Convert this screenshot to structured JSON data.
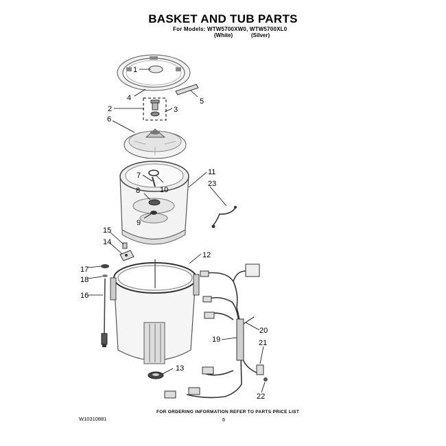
{
  "header": {
    "title": "BASKET AND TUB PARTS",
    "models_line": "For Models: WTW5700XW0, WTW5700XL0",
    "color_white": "(White)",
    "color_silver": "(Silver)"
  },
  "callouts": {
    "c1": "1",
    "c2": "2",
    "c3": "3",
    "c4": "4",
    "c5": "5",
    "c6": "6",
    "c7": "7",
    "c8": "8",
    "c9": "9",
    "c10": "10",
    "c11": "11",
    "c12": "12",
    "c13": "13",
    "c14": "14",
    "c15": "15",
    "c16": "16",
    "c17": "17",
    "c18": "18",
    "c19": "19",
    "c20": "20",
    "c21": "21",
    "c22": "22",
    "c23": "23"
  },
  "footer": {
    "note": "FOR ORDERING INFORMATION REFER TO PARTS PRICE LIST",
    "doc_number": "W10310881",
    "page_number": "6"
  }
}
